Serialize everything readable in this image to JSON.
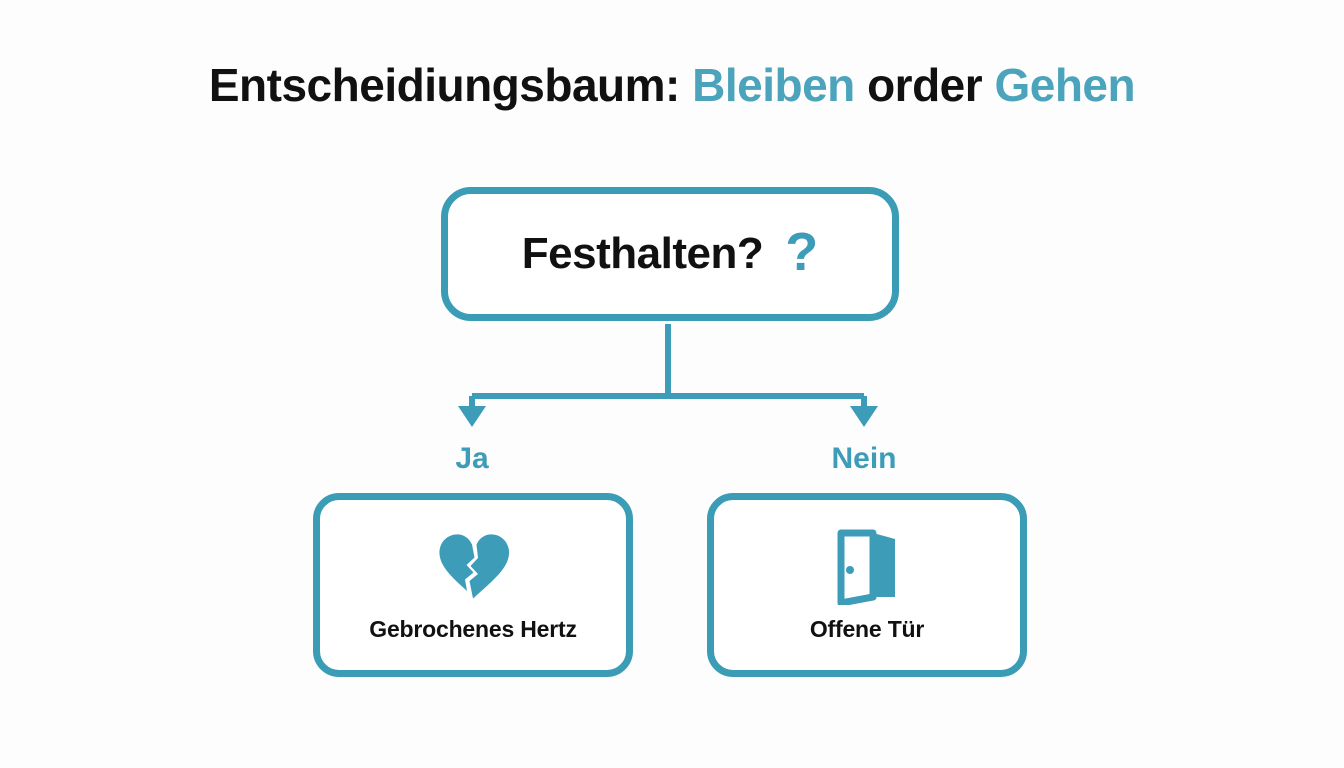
{
  "theme": {
    "background": "#fdfdfd",
    "accent": "#3a9cb5",
    "accent_light": "#4ba3bc",
    "text": "#111111"
  },
  "title": {
    "part1": "Entscheidiungsbaum:",
    "part2": "Bleiben",
    "part3": "order",
    "part4": "Gehen",
    "full": "Entscheidiungsbaum: Bleiben order Gehen"
  },
  "diagram": {
    "type": "decision-tree",
    "root": {
      "label": "Festhalten?",
      "icon": "question-mark-icon",
      "icon_glyph": "?"
    },
    "branches": [
      {
        "label": "Ja",
        "side": "left",
        "target": "broken-heart"
      },
      {
        "label": "Nein",
        "side": "right",
        "target": "open-door"
      }
    ],
    "leaves": [
      {
        "id": "broken-heart",
        "label": "Gebrochenes Hertz",
        "icon": "broken-heart-icon"
      },
      {
        "id": "open-door",
        "label": "Offene Tür",
        "icon": "open-door-icon"
      }
    ]
  }
}
